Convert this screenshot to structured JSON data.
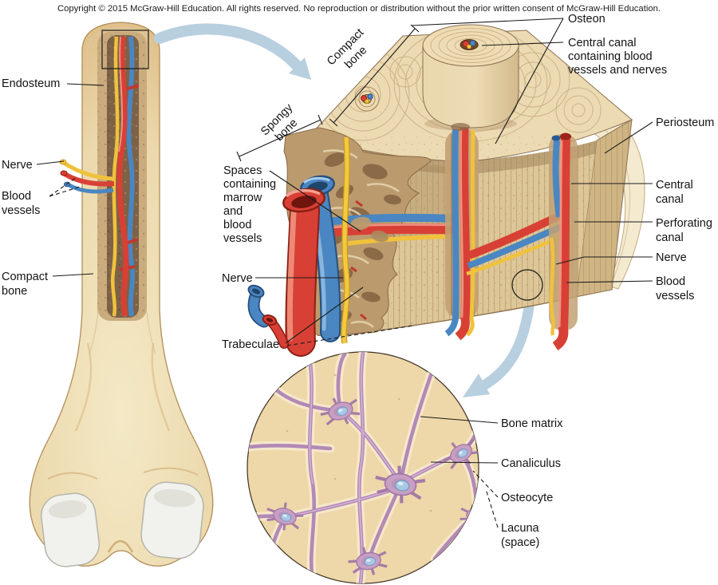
{
  "copyright": "Copyright © 2015 McGraw-Hill Education. All rights reserved. No reproduction or distribution without the prior written consent of McGraw-Hill Education.",
  "labels": {
    "endosteum": "Endosteum",
    "nerve_left": "Nerve",
    "blood_vessels_left": [
      "Blood",
      "vessels"
    ],
    "compact_bone_left": [
      "Compact",
      "bone"
    ],
    "compact_bone_bracket": [
      "Compact",
      "bone"
    ],
    "spongy_bone_bracket": [
      "Spongy",
      "bone"
    ],
    "osteon": "Osteon",
    "central_canal_containing": [
      "Central canal",
      "containing blood",
      "vessels and nerves"
    ],
    "periosteum": "Periosteum",
    "central_canal": [
      "Central",
      "canal"
    ],
    "perforating_canal": [
      "Perforating",
      "canal"
    ],
    "nerve_right": "Nerve",
    "blood_vessels_right": [
      "Blood",
      "vessels"
    ],
    "spaces_containing": [
      "Spaces",
      "containing",
      "marrow",
      "and",
      "blood",
      "vessels"
    ],
    "nerve_mid": "Nerve",
    "trabeculae": "Trabeculae",
    "bone_matrix": "Bone matrix",
    "canaliculus": "Canaliculus",
    "osteocyte": "Osteocyte",
    "lacuna": [
      "Lacuna",
      "(space)"
    ]
  },
  "colors": {
    "bone_light": "#f1e7cb",
    "bone_tan": "#ecdab2",
    "bone_front": "#ddc697",
    "marrow_brown": "#7d6247",
    "spongy": "#bb9b6d",
    "artery_red": "#d84035",
    "vein_blue": "#4a86c2",
    "nerve_yellow": "#f3c93f",
    "arrow_blue": "#b8cfdf",
    "periosteum_cream": "#f3ead0",
    "matrix_tan": "#eed7a8",
    "osteocyte_purple": "#b289b6",
    "nucleus_blue": "#a9c8e4"
  }
}
